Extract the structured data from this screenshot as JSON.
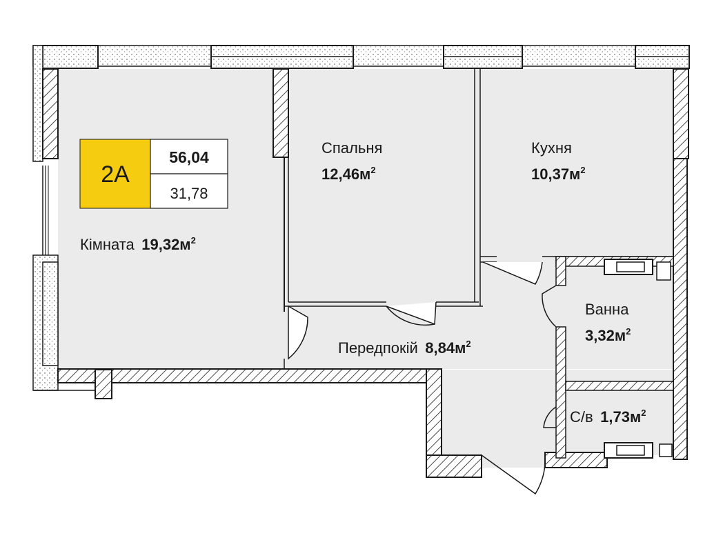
{
  "badge": {
    "code": "2A",
    "total_area": "56,04",
    "living_area": "31,78",
    "color": "#f5cc10"
  },
  "rooms": {
    "kimnata": {
      "name": "Кімната",
      "area": "19,32м",
      "unit_exp": "2"
    },
    "spalnia": {
      "name": "Спальня",
      "area": "12,46м",
      "unit_exp": "2"
    },
    "kukhnia": {
      "name": "Кухня",
      "area": "10,37м",
      "unit_exp": "2"
    },
    "vanna": {
      "name": "Ванна",
      "area": "3,32м",
      "unit_exp": "2"
    },
    "peredpokii": {
      "name": "Передпокій",
      "area": "8,84м",
      "unit_exp": "2"
    },
    "sv": {
      "name": "С/в",
      "area": "1,73м",
      "unit_exp": "2"
    }
  },
  "colors": {
    "floor": "#ebebeb",
    "wall_line": "#1a1a1a",
    "hatch": "#1a1a1a"
  }
}
